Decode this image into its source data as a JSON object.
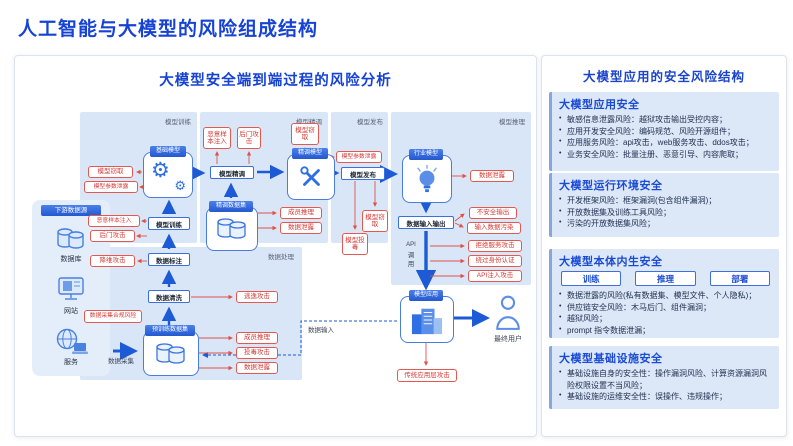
{
  "page": {
    "title": "人工智能与大模型的风险组成结构"
  },
  "icons": {
    "gear": "⚙"
  },
  "left": {
    "title": "大模型安全端到端过程的风险分析",
    "stages": {
      "train": "模型训练",
      "finetune": "模型精调",
      "release": "模型发布",
      "inference": "模型推理",
      "process": "数据处理"
    },
    "sidebar": {
      "title": "下游数据源",
      "items": [
        "数据库",
        "网站",
        "服务"
      ]
    },
    "nodes": {
      "base_model": "基础模型",
      "model_train": "模型训练",
      "finetune_box": "模型精调",
      "finetune_dataset": "精调数据集",
      "finetuned_model": "精调模型",
      "model_release": "模型发布",
      "industry_model": "行业模型",
      "data_io": "数据输入输出",
      "model_app": "模型应用",
      "pretrain_dataset": "预训练数据集",
      "data_clean": "数据清洗",
      "data_label": "数据标注"
    },
    "labels": {
      "api_line1": "API",
      "api_line2": "调",
      "api_line3": "用",
      "data_collect": "数据采集",
      "data_input": "数据输入",
      "end_user": "最终用户"
    },
    "risks": {
      "steal1": "模型窃取",
      "paramleak1": "模型参数泄露",
      "inject1": "恶意样本注入",
      "backdoor1": "后门攻击",
      "inject2": "恶意样本注入",
      "backdoor2": "后门攻击",
      "steal2": "模型窃取",
      "member1": "成员推理",
      "leak1": "数据泄露",
      "paramleak2": "模型参数泄露",
      "steal3": "模型窃取",
      "poison1": "模型投毒",
      "leak2": "数据泄露",
      "unsafe_out": "不安全输出",
      "input_pollute": "输入数据污染",
      "dos": "拒绝服务攻击",
      "bypass_auth": "绕过身份认证",
      "api_inject": "API注入攻击",
      "dim_attack": "降维攻击",
      "compliance": "数据采集合规风险",
      "evasion": "逃逸攻击",
      "member2": "成员推理",
      "poison2": "投毒攻击",
      "leak3": "数据泄露",
      "app_layer": "传统应用层攻击"
    }
  },
  "right": {
    "title": "大模型应用的安全风险结构",
    "sections": [
      {
        "title": "大模型应用安全",
        "bullets": [
          "敏感信息泄露风险：越狱攻击输出受控内容；",
          "应用开发安全风险：编码规范、风险开源组件；",
          "应用服务风险：api攻击，web服务攻击、ddos攻击；",
          "业务安全风险：批量注册、恶意引导、内容爬取；"
        ]
      },
      {
        "title": "大模型运行环境安全",
        "bullets": [
          "开发框架风险：框架漏洞(包含组件漏洞)；",
          "开放数据集及训练工具风险；",
          "污染的开放数据集风险；"
        ]
      },
      {
        "title": "大模型本体内生安全",
        "tags": [
          "训练",
          "推理",
          "部署"
        ],
        "bullets": [
          "数据泄露的风险(私有数据集、模型文件、个人隐私)；",
          "供应链安全风险：木马后门、组件漏洞；",
          "越狱风险；",
          "prompt 指令数据泄漏；"
        ]
      },
      {
        "title": "大模型基础设施安全",
        "bullets": [
          "基础设施自身的安全性：操作漏洞风险、计算资源漏洞风险权限设置不当风险；",
          "基础设施的运维安全性：误操作、违规操作；"
        ]
      }
    ]
  },
  "colors": {
    "accent_blue": "#1b46d0",
    "risk_red": "#d43a35",
    "stage_bg": "#d9e6f8"
  }
}
